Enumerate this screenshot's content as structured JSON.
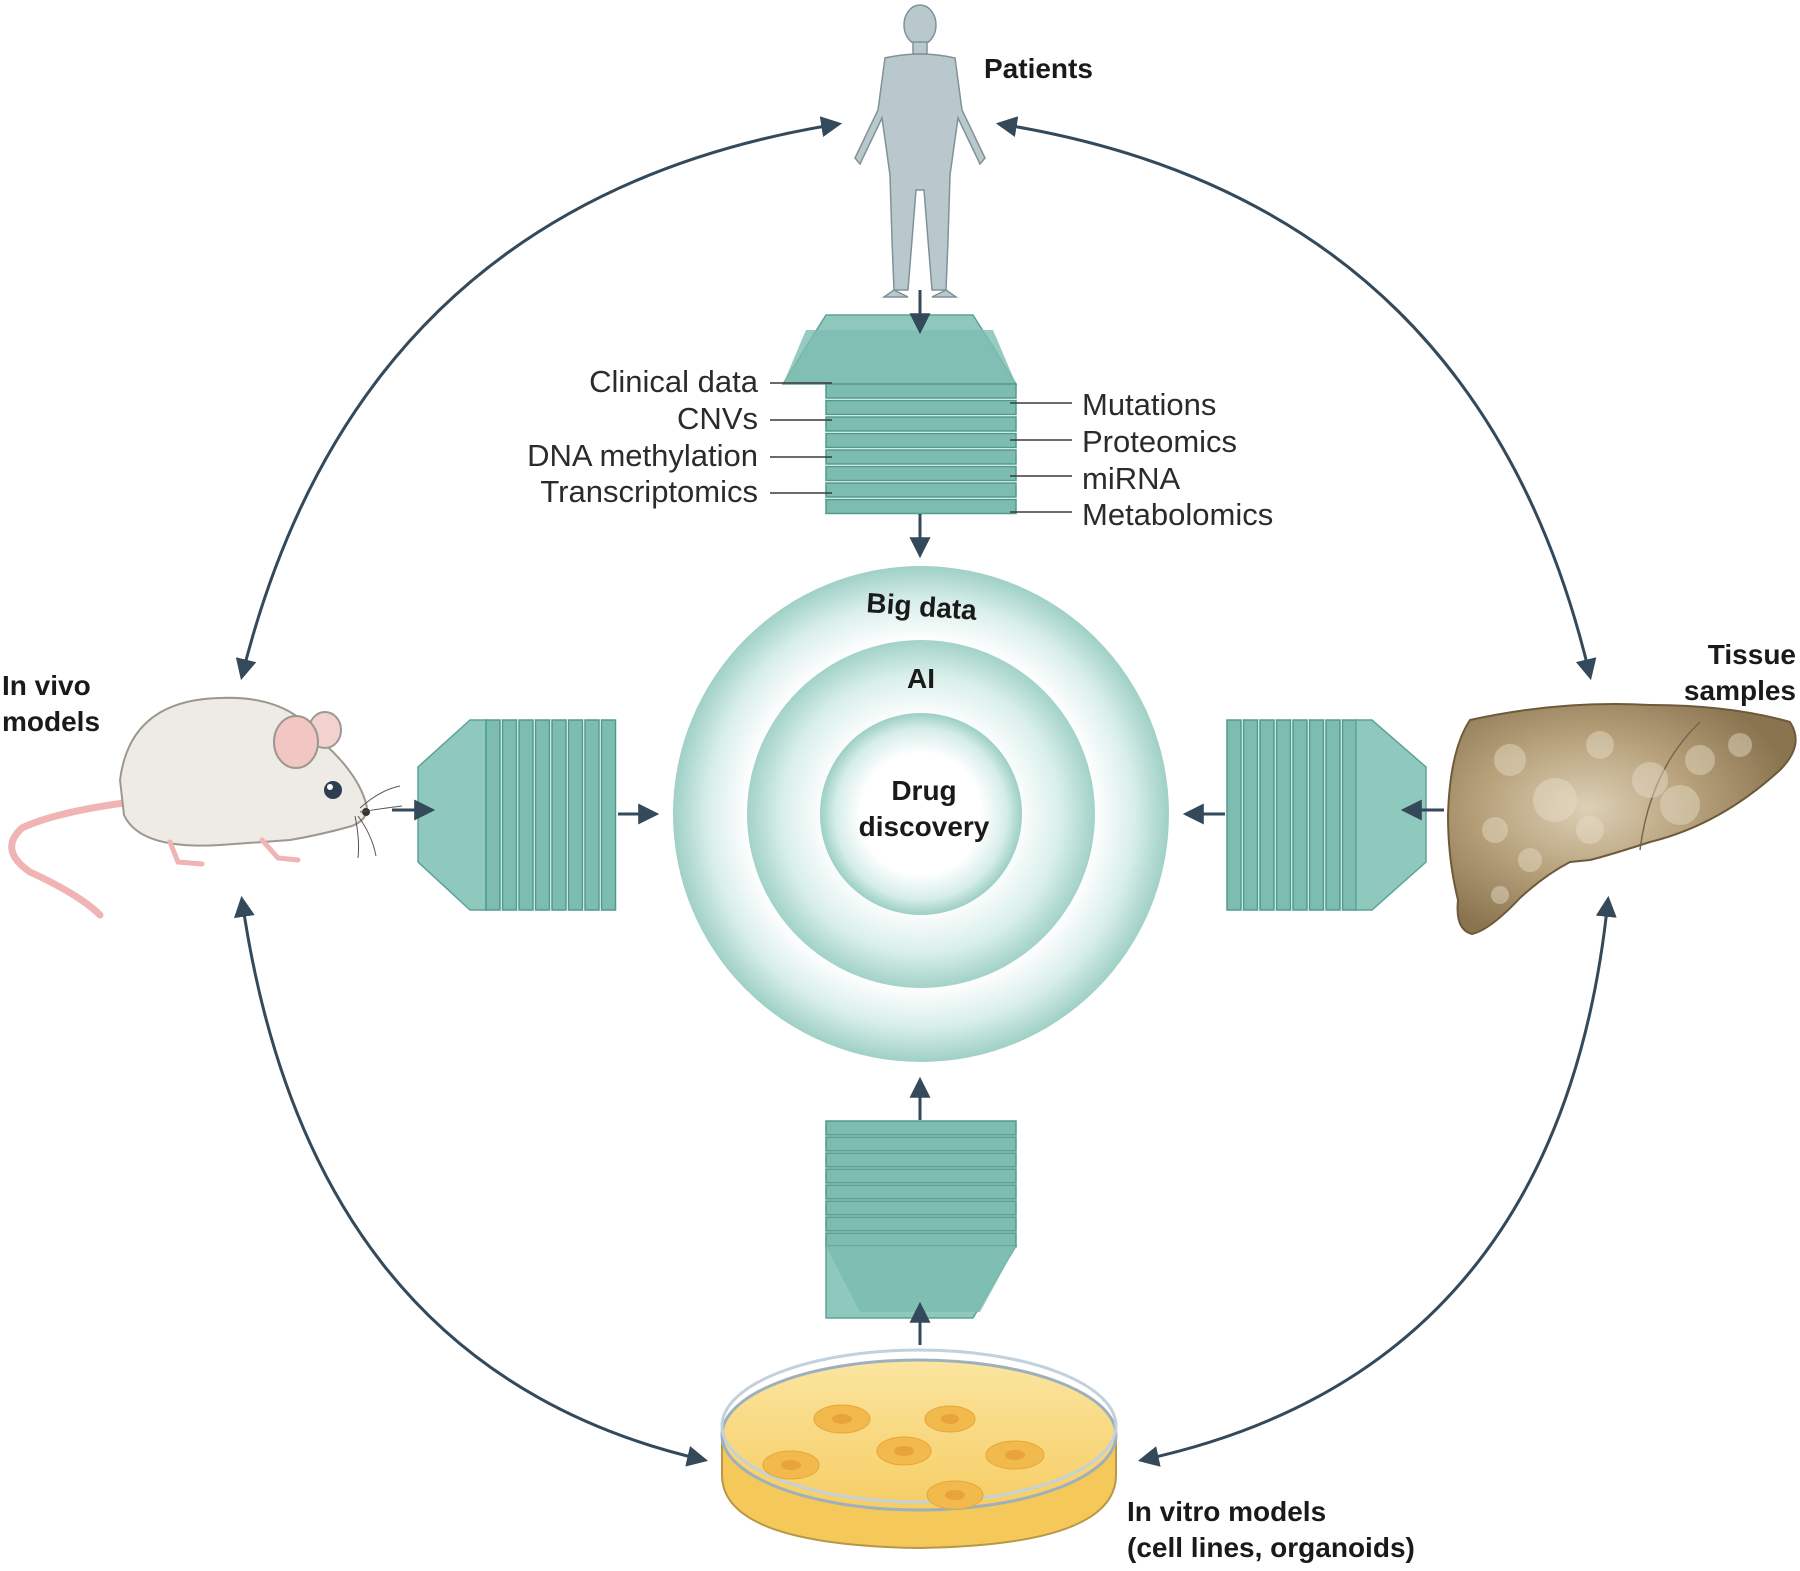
{
  "nodes": {
    "patients": "Patients",
    "in_vivo": [
      "In vivo",
      "models"
    ],
    "tissue": [
      "Tissue",
      "samples"
    ],
    "in_vitro": [
      "In vitro models",
      "(cell lines, organoids)"
    ]
  },
  "center": {
    "outer": "Big data",
    "middle": "AI",
    "inner": [
      "Drug",
      "discovery"
    ]
  },
  "omics_left": [
    "Clinical data",
    "CNVs",
    "DNA methylation",
    "Transcriptomics"
  ],
  "omics_right": [
    "Mutations",
    "Proteomics",
    "miRNA",
    "Metabolomics"
  ],
  "colors": {
    "arrow": "#34495a",
    "layer_fill": "#7dbdb1",
    "layer_edge": "#4f9a8c",
    "ring": "#a9d6cd",
    "body": "#b9c8cc",
    "liver": "#8f7a55",
    "dish": "#f4c95a"
  },
  "icons": [
    "human-figure-icon",
    "mouse-icon",
    "liver-icon",
    "petri-dish-icon"
  ]
}
